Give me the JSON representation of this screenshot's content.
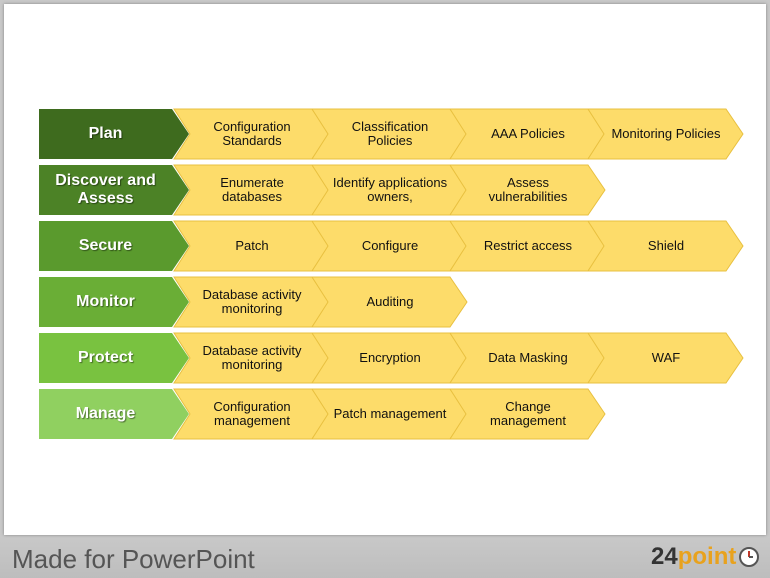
{
  "rows": [
    {
      "phase": "Plan",
      "color": "#3e6b1e",
      "steps": [
        "Configuration Standards",
        "Classification Policies",
        "AAA Policies",
        "Monitoring Policies"
      ]
    },
    {
      "phase": "Discover and Assess",
      "color": "#4c8226",
      "steps": [
        "Enumerate databases",
        "Identify applications owners,",
        "Assess vulnerabilities"
      ]
    },
    {
      "phase": "Secure",
      "color": "#5a9a2d",
      "steps": [
        "Patch",
        "Configure",
        "Restrict access",
        "Shield"
      ]
    },
    {
      "phase": "Monitor",
      "color": "#6aae36",
      "steps": [
        "Database activity monitoring",
        "Auditing"
      ]
    },
    {
      "phase": "Protect",
      "color": "#79c240",
      "steps": [
        "Database activity monitoring",
        "Encryption",
        "Data Masking",
        "WAF"
      ]
    },
    {
      "phase": "Manage",
      "color": "#90d060",
      "steps": [
        "Configuration management",
        "Patch management",
        "Change management"
      ]
    }
  ],
  "step_fill": "#fddc6a",
  "step_stroke": "#e8c040",
  "footer": {
    "title": "Made for PowerPoint",
    "logo_number": "24",
    "logo_word": "point"
  }
}
